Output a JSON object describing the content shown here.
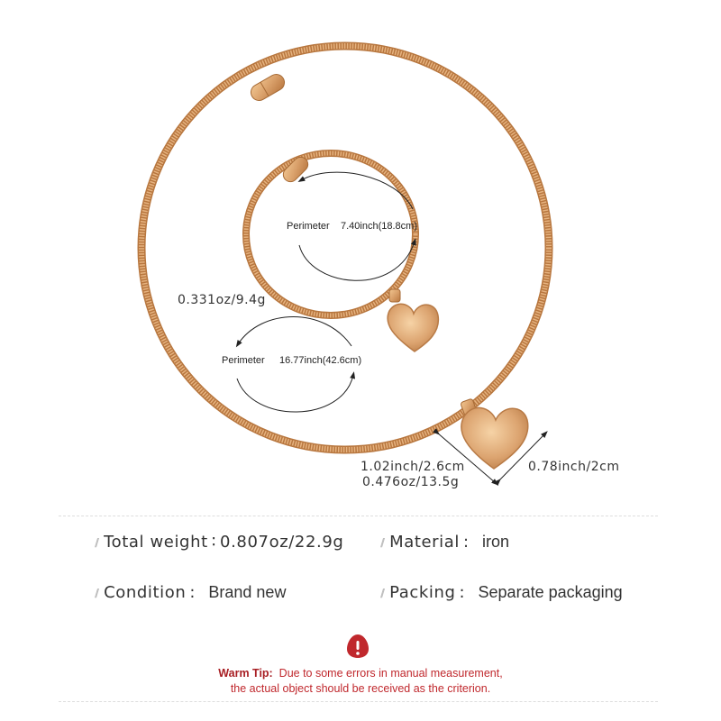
{
  "product": {
    "bracelet": {
      "perimeter_label": "Perimeter",
      "perimeter_value": "7.40inch(18.8cm)",
      "weight": "0.331oz/9.4g"
    },
    "necklace": {
      "perimeter_label": "Perimeter",
      "perimeter_value": "16.77inch(42.6cm)",
      "weight": "0.476oz/13.5g"
    },
    "pendant": {
      "height": "1.02inch/2.6cm",
      "width": "0.78inch/2cm"
    },
    "colors": {
      "gold": "#d9a46a",
      "gold_dark": "#b77a42",
      "tip_red": "#c0282d"
    }
  },
  "specs": [
    {
      "label": "Total weight",
      "sep": "∶",
      "value": "0.807oz/22.9g"
    },
    {
      "label": "Material",
      "sep": ":",
      "value": "iron"
    },
    {
      "label": "Condition",
      "sep": ":",
      "value": "Brand new"
    },
    {
      "label": "Packing",
      "sep": ":",
      "value": "Separate packaging"
    }
  ],
  "warm_tip": {
    "label": "Warm Tip:",
    "line1": "Due to some errors in manual measurement,",
    "line2": "the actual object should be received as the criterion."
  }
}
